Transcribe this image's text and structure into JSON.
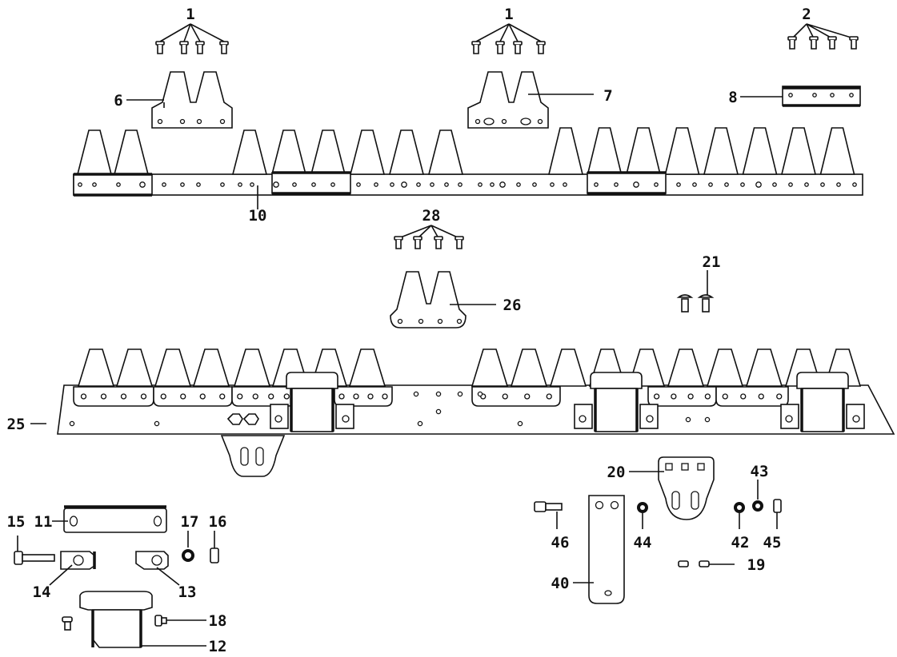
{
  "callouts": {
    "n1a": "1",
    "n1b": "1",
    "n2": "2",
    "n6": "6",
    "n7": "7",
    "n8": "8",
    "n10": "10",
    "n28": "28",
    "n21": "21",
    "n26": "26",
    "n25": "25",
    "n20": "20",
    "n43": "43",
    "n15": "15",
    "n11": "11",
    "n17": "17",
    "n16": "16",
    "n46": "46",
    "n44": "44",
    "n42": "42",
    "n45": "45",
    "n14": "14",
    "n13": "13",
    "n19": "19",
    "n40": "40",
    "n18": "18",
    "n12": "12"
  }
}
